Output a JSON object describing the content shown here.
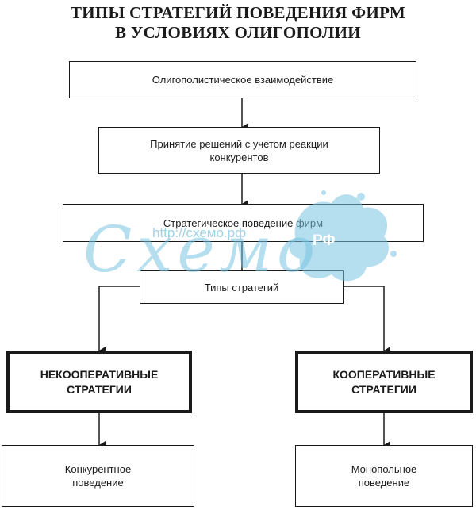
{
  "title": {
    "line1": "ТИПЫ СТРАТЕГИЙ ПОВЕДЕНИЯ ФИРМ",
    "line2": "В УСЛОВИЯХ ОЛИГОПОЛИИ"
  },
  "nodes": {
    "interaction": "Олигополистическое взаимодействие",
    "decisions_line1": "Принятие решений с учетом реакции",
    "decisions_line2": "конкурентов",
    "strategic": "Стратегическое поведение фирм",
    "types": "Типы стратегий",
    "noncoop_line1": "НЕКООПЕРАТИВНЫЕ",
    "noncoop_line2": "СТРАТЕГИИ",
    "coop_line1": "КООПЕРАТИВНЫЕ",
    "coop_line2": "СТРАТЕГИИ",
    "competitive_line1": "Конкурентное",
    "competitive_line2": "поведение",
    "monopoly_line1": "Монопольное",
    "monopoly_line2": "поведение"
  },
  "watermark": {
    "url": "http://схемо.рф",
    "word": "Схемо",
    "badge": "РФ",
    "color": "#78c3e1"
  }
}
